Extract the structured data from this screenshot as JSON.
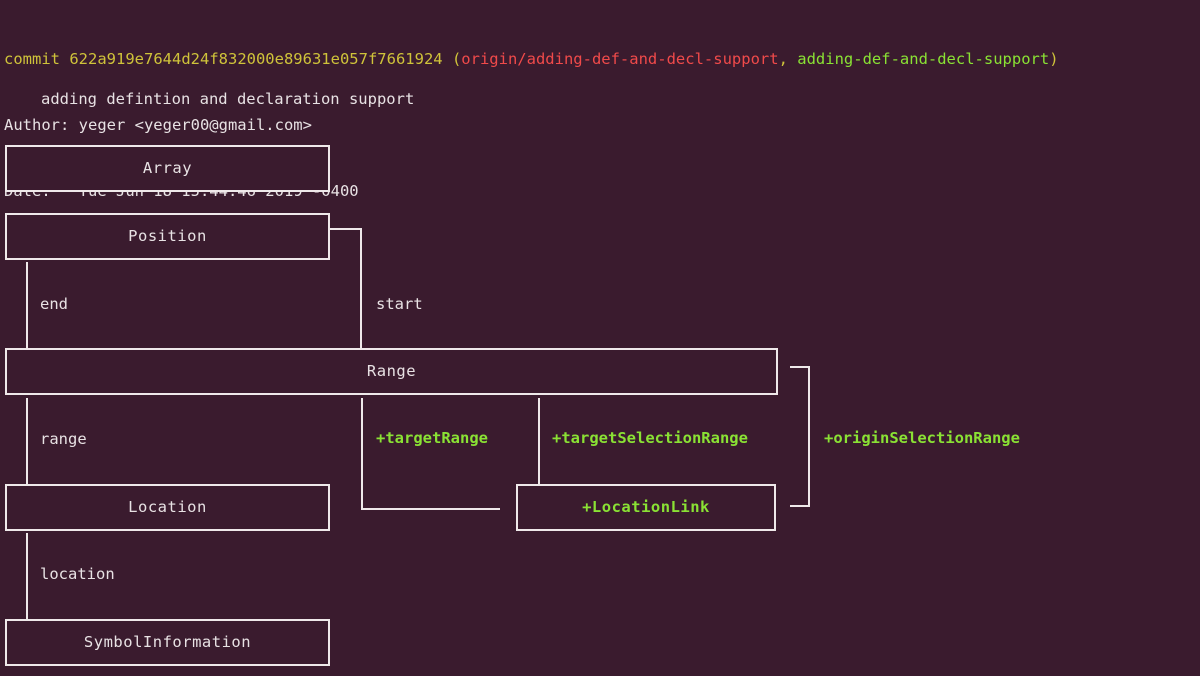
{
  "terminal": {
    "background_color": "#3a1b2e",
    "foreground_color": "#e8e2e4",
    "accent_green": "#8ae234",
    "accent_yellow": "#cfc33a",
    "accent_red": "#f04a4a"
  },
  "git_log": {
    "commit_keyword": "commit",
    "commit_hash": "622a919e7644d24f832000e89631e057f7661924",
    "refs_open": " (",
    "ref_remote": "origin/adding-def-and-decl-support",
    "ref_separator": ", ",
    "ref_local": "adding-def-and-decl-support",
    "refs_close": ")",
    "author_label": "Author: ",
    "author_value": "yeger <yeger00@gmail.com>",
    "date_label": "Date:   ",
    "date_value": "Tue Jun 18 15:44:46 2019 -0400",
    "message": "adding defintion and declaration support"
  },
  "diagram": {
    "nodes": [
      {
        "id": "array",
        "label": "Array",
        "new": false
      },
      {
        "id": "position",
        "label": "Position",
        "new": false
      },
      {
        "id": "range",
        "label": "Range",
        "new": false
      },
      {
        "id": "location",
        "label": "Location",
        "new": false
      },
      {
        "id": "location_link",
        "label": "+LocationLink",
        "new": true
      },
      {
        "id": "symbol_info",
        "label": "SymbolInformation",
        "new": false
      }
    ],
    "edges": [
      {
        "id": "end",
        "label": "end",
        "new": false
      },
      {
        "id": "start",
        "label": "start",
        "new": false
      },
      {
        "id": "range_edge",
        "label": "range",
        "new": false
      },
      {
        "id": "target_range",
        "label": "+targetRange",
        "new": true
      },
      {
        "id": "target_selection_range",
        "label": "+targetSelectionRange",
        "new": true
      },
      {
        "id": "origin_selection_range",
        "label": "+originSelectionRange",
        "new": true
      },
      {
        "id": "location_edge",
        "label": "location",
        "new": false
      }
    ]
  }
}
